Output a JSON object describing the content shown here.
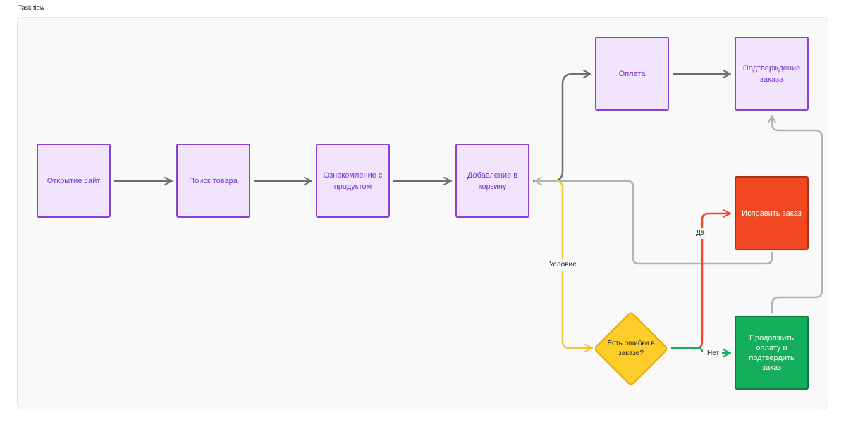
{
  "frame": {
    "label": "Task flow"
  },
  "nodes": {
    "open_site": "Открытие сайт",
    "search_product": "Поиск товара",
    "product_review": "Ознакомление с продуктом",
    "add_to_cart": "Добавление в корзину",
    "payment": "Оплата",
    "order_confirm": "Подтверждение заказа",
    "fix_order": "Исправить заказ",
    "decision": "Есть ошибки в заказе?",
    "continue_payment": "Продолжить оплату и подтвердить заказ"
  },
  "edge_labels": {
    "condition": "Условие",
    "yes": "Да",
    "no": "Нет"
  },
  "colors": {
    "process_fill": "#f1e4fd",
    "process_border": "#8c3fd9",
    "error_fill": "#f24822",
    "success_fill": "#14ae5c",
    "decision_fill": "#ffcd29",
    "arrow_dark": "#6e6e6e",
    "arrow_light": "#b3b3b3",
    "arrow_condition": "#f5c431",
    "arrow_yes": "#f24822",
    "arrow_no": "#14ae5c"
  }
}
